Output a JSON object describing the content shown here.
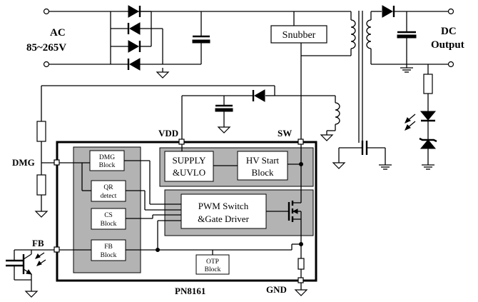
{
  "diagram": {
    "inputs": {
      "ac_label": "AC",
      "ac_range": "85~265V"
    },
    "outputs": {
      "dc_label": "DC",
      "dc_output": "Output"
    },
    "blocks": {
      "snubber": "Snubber",
      "supply_line1": "SUPPLY",
      "supply_line2": "&UVLO",
      "hv_line1": "HV Start",
      "hv_line2": "Block",
      "pwm_line1": "PWM Switch",
      "pwm_line2": "&Gate Driver",
      "dmg_line1": "DMG",
      "dmg_line2": "Block",
      "qr_line1": "QR",
      "qr_line2": "detect",
      "cs_line1": "CS",
      "cs_line2": "Block",
      "fb_line1": "FB",
      "fb_line2": "Block",
      "otp_line1": "OTP",
      "otp_line2": "Block"
    },
    "pins": {
      "vdd": "VDD",
      "sw": "SW",
      "dmg": "DMG",
      "fb": "FB",
      "gnd": "GND"
    },
    "chip_name": "PN8161"
  }
}
